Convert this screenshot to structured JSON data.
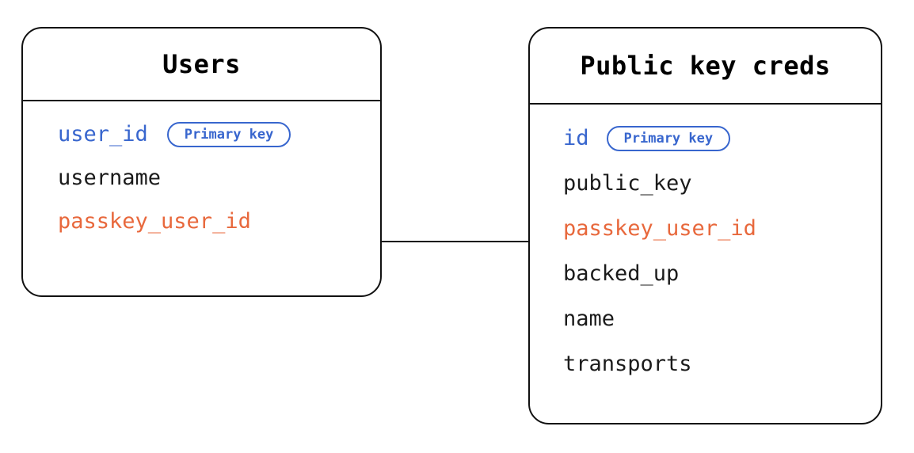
{
  "diagram": {
    "type": "entity-relationship-diagram",
    "background_color": "#ffffff",
    "colors": {
      "border": "#111111",
      "text": "#1b1b1b",
      "primary_key": "#3866CE",
      "foreign_key": "#E8683C"
    },
    "entities": [
      {
        "id": "users",
        "title": "Users",
        "fields": [
          {
            "name": "user_id",
            "role": "pk",
            "badge": "Primary key"
          },
          {
            "name": "username",
            "role": "normal",
            "badge": null
          },
          {
            "name": "passkey_user_id",
            "role": "fk",
            "badge": null
          }
        ]
      },
      {
        "id": "public_key_creds",
        "title": "Public key creds",
        "fields": [
          {
            "name": "id",
            "role": "pk",
            "badge": "Primary key"
          },
          {
            "name": "public_key",
            "role": "normal",
            "badge": null
          },
          {
            "name": "passkey_user_id",
            "role": "fk",
            "badge": null
          },
          {
            "name": "backed_up",
            "role": "normal",
            "badge": null
          },
          {
            "name": "name",
            "role": "normal",
            "badge": null
          },
          {
            "name": "transports",
            "role": "normal",
            "badge": null
          }
        ]
      }
    ],
    "relationships": [
      {
        "id": "users-to-public-key-creds",
        "from_entity": "users",
        "from_field": "passkey_user_id",
        "to_entity": "public_key_creds",
        "to_field": "passkey_user_id",
        "style": "solid-line"
      }
    ]
  }
}
